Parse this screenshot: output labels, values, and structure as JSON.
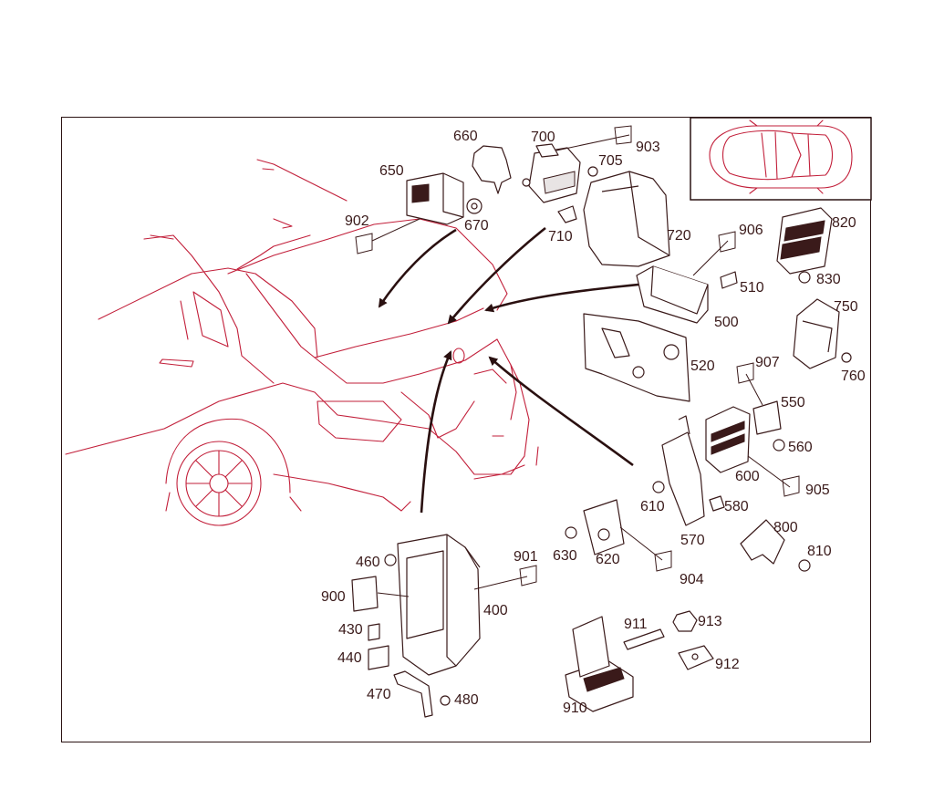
{
  "diagram": {
    "thumbnail": "car-top-view",
    "part_numbers": {
      "p650": "650",
      "p660": "660",
      "p700": "700",
      "p903": "903",
      "p705": "705",
      "p902": "902",
      "p670": "670",
      "p710": "710",
      "p720": "720",
      "p906": "906",
      "p820": "820",
      "p510": "510",
      "p830": "830",
      "p500": "500",
      "p750": "750",
      "p520": "520",
      "p907": "907",
      "p760": "760",
      "p550": "550",
      "p560": "560",
      "p600": "600",
      "p905": "905",
      "p610": "610",
      "p580": "580",
      "p570": "570",
      "p800": "800",
      "p810": "810",
      "p630": "630",
      "p620": "620",
      "p904": "904",
      "p460": "460",
      "p901": "901",
      "p900": "900",
      "p400": "400",
      "p430": "430",
      "p440": "440",
      "p470": "470",
      "p480": "480",
      "p911": "911",
      "p913": "913",
      "p912": "912",
      "p910": "910"
    },
    "colors": {
      "vehicle_outline": "#c21f3a",
      "part_outline": "#3a1a1a",
      "frame": "#2a1212"
    }
  }
}
